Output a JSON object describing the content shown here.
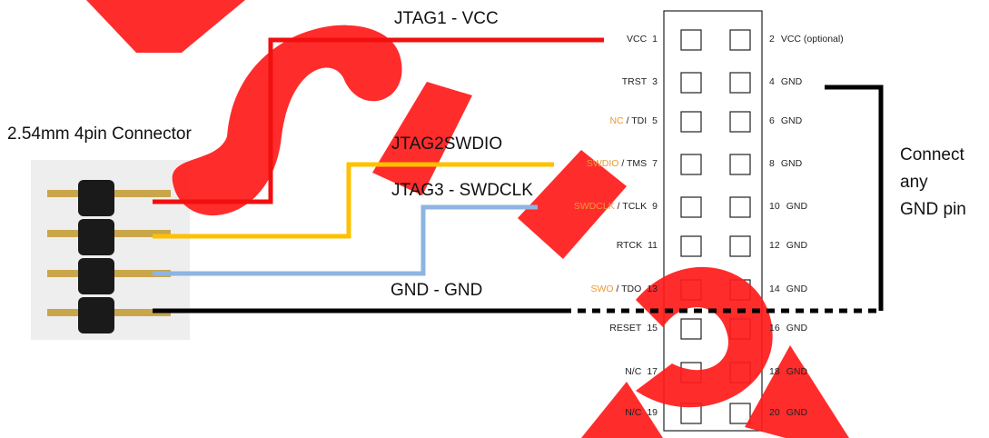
{
  "title": "JTAG to SWD wiring",
  "connector_label": "2.54mm 4pin Connector",
  "wire_labels": {
    "vcc": "JTAG1 - VCC",
    "swdio": "JTAG2SWDIO",
    "swdclk": "JTAG3 - SWDCLK",
    "gnd": "GND - GND"
  },
  "side_note": [
    "Connect",
    "any",
    "GND pin"
  ],
  "header_pins_left": [
    {
      "name": "VCC",
      "num": "1"
    },
    {
      "name": "TRST",
      "num": "3"
    },
    {
      "name_prefix": "NC",
      "name": " / TDI",
      "num": "5"
    },
    {
      "name_prefix": "SWDIO",
      "name": " / TMS",
      "num": "7"
    },
    {
      "name_prefix": "SWDCLK",
      "name": " / TCLK",
      "num": "9"
    },
    {
      "name": "RTCK",
      "num": "11"
    },
    {
      "name_prefix": "SWO",
      "name": " / TDO",
      "num": "13"
    },
    {
      "name": "RESET",
      "num": "15"
    },
    {
      "name": "N/C",
      "num": "17"
    },
    {
      "name": "N/C",
      "num": "19"
    }
  ],
  "header_pins_right": [
    {
      "num": "2",
      "name": "VCC (optional)"
    },
    {
      "num": "4",
      "name": "GND"
    },
    {
      "num": "6",
      "name": "GND"
    },
    {
      "num": "8",
      "name": "GND"
    },
    {
      "num": "10",
      "name": "GND"
    },
    {
      "num": "12",
      "name": "GND"
    },
    {
      "num": "14",
      "name": "GND"
    },
    {
      "num": "16",
      "name": "GND"
    },
    {
      "num": "18",
      "name": "GND"
    },
    {
      "num": "20",
      "name": "GND"
    }
  ],
  "watermark": "SOLD",
  "colors": {
    "vcc_wire": "#f20f0f",
    "swdio_wire": "#ffc000",
    "swdclk_wire": "#8db4e2",
    "gnd_wire": "#000000",
    "watermark": "#ff1a1a",
    "orange_label": "#e79a3c"
  }
}
